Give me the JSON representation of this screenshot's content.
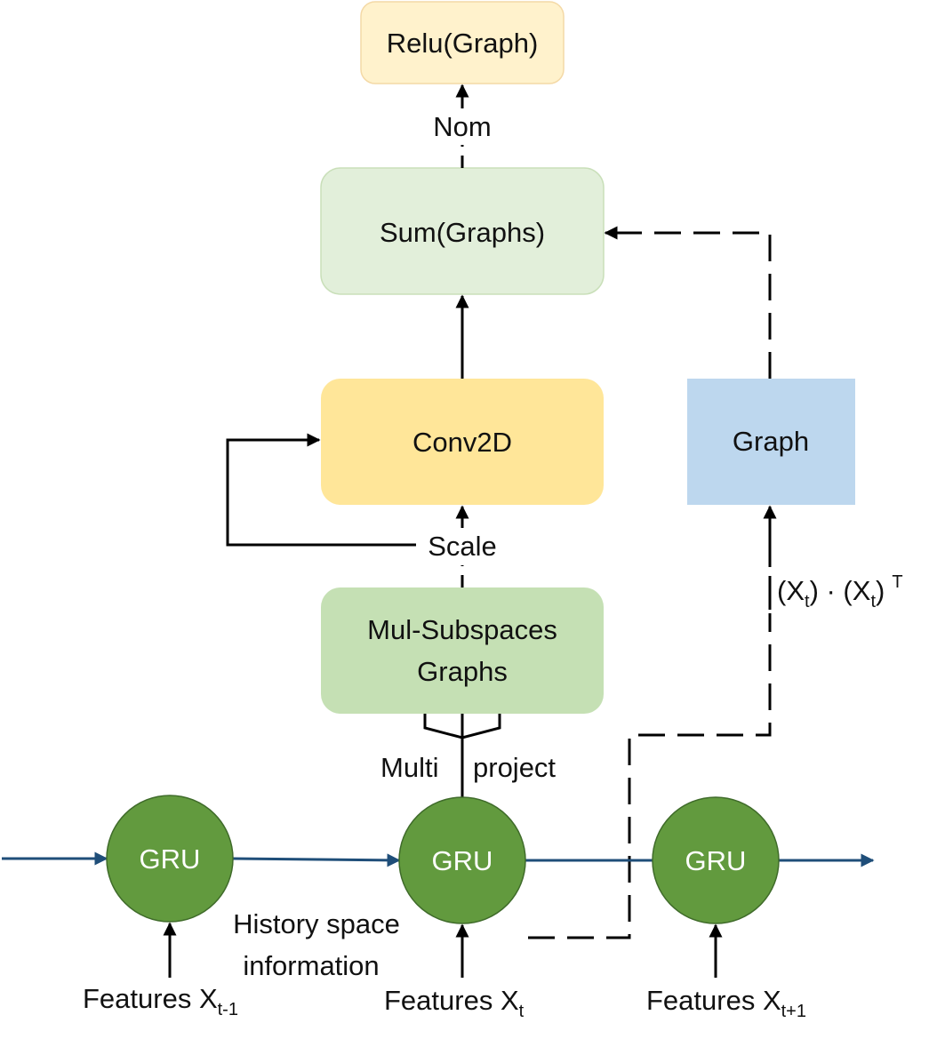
{
  "colors": {
    "relu_fill": "#FFF2CC",
    "relu_stroke": "#F4D9A6",
    "sum_fill": "#E2EFDA",
    "sum_stroke": "#C9DFB9",
    "conv_fill": "#FFE699",
    "graph_fill": "#BDD7EE",
    "mul_fill": "#C5E0B4",
    "gru_fill": "#629A3E",
    "gru_stroke": "#3F6B2A",
    "timeline": "#1F4E79",
    "arrow": "#000000"
  },
  "nodes": {
    "relu": "Relu(Graph)",
    "sum": "Sum(Graphs)",
    "conv": "Conv2D",
    "graph": "Graph",
    "mul_line1": "Mul-Subspaces",
    "mul_line2": "Graphs",
    "gru_left": "GRU",
    "gru_mid": "GRU",
    "gru_right": "GRU"
  },
  "labels": {
    "nom": "Nom",
    "scale": "Scale",
    "multi": "Multi",
    "project": "project",
    "history_line1": "History space",
    "history_line2": "information",
    "outer_formula": {
      "p1": "(X",
      "s1": "t",
      "p2": ") · (X",
      "s2": "t",
      "p3": ")",
      "sup": "T"
    },
    "features_left": {
      "base": "Features X",
      "sub": "t-1"
    },
    "features_mid": {
      "base": "Features X",
      "sub": "t"
    },
    "features_right": {
      "base": "Features X",
      "sub": "t+1"
    }
  }
}
